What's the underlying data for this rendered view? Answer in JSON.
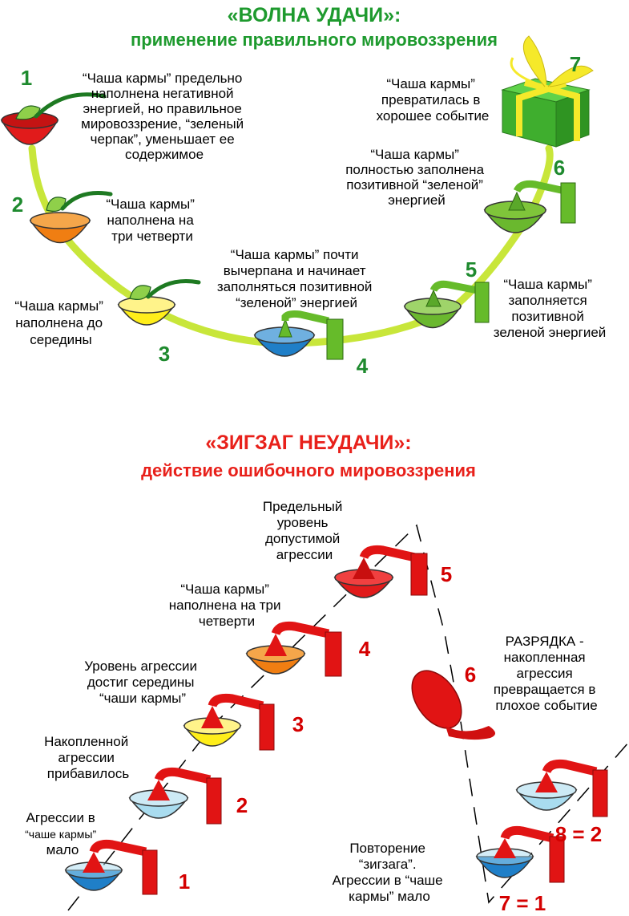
{
  "top": {
    "title": "«ВОЛНА УДАЧИ»:",
    "subtitle": "применение правильного мировоззрения",
    "steps": [
      {
        "num": "1",
        "lines": [
          "“Чаша кармы” предельно",
          "наполнена негативной",
          "энергией, но правильное",
          "мировоззрение, “зеленый",
          "черпак”, уменьшает ее",
          "содержимое"
        ]
      },
      {
        "num": "2",
        "lines": [
          "“Чаша кармы”",
          "наполнена на",
          "три четверти"
        ]
      },
      {
        "num": "3",
        "lines": [
          "“Чаша кармы”",
          "наполнена до",
          "середины"
        ]
      },
      {
        "num": "4",
        "lines": [
          "“Чаша кармы”  почти",
          "вычерпана и начинает",
          "заполняться позитивной",
          "“зеленой” энергией"
        ]
      },
      {
        "num": "5",
        "lines": [
          "“Чаша кармы”",
          "заполняется",
          "позитивной",
          "зеленой энергией"
        ]
      },
      {
        "num": "6",
        "lines": [
          "“Чаша кармы”",
          "полностью заполнена",
          "позитивной “зеленой”",
          "энергией"
        ]
      },
      {
        "num": "7",
        "lines": [
          "“Чаша кармы”",
          "превратилась в",
          "хорошее событие"
        ]
      }
    ]
  },
  "bottom": {
    "title": "«ЗИГЗАГ НЕУДАЧИ»:",
    "subtitle": "действие ошибочного мировоззрения",
    "steps": [
      {
        "num": "1",
        "lines": [
          "Агрессии в",
          "“чаше кармы”",
          "мало"
        ]
      },
      {
        "num": "2",
        "lines": [
          "Накопленной",
          "агрессии",
          "прибавилось"
        ]
      },
      {
        "num": "3",
        "lines": [
          "Уровень агрессии",
          "достиг середины",
          "“чаши кармы”"
        ]
      },
      {
        "num": "4",
        "lines": [
          "“Чаша кармы”",
          "наполнена на три",
          "четверти"
        ]
      },
      {
        "num": "5",
        "lines": [
          "Предельный",
          "уровень",
          "допустимой",
          "агрессии"
        ]
      },
      {
        "num": "6",
        "lines": [
          "РАЗРЯДКА -",
          "накопленная",
          "агрессия",
          "превращается в",
          "плохое событие"
        ]
      },
      {
        "num": "7 = 1",
        "lines": [
          "Повторение",
          "“зигзага”.",
          "Агрессии в “чаше",
          "кармы”  мало"
        ]
      },
      {
        "num": "8 = 2",
        "lines": []
      }
    ]
  },
  "colors": {
    "title_green": "#1e9a2e",
    "title_red": "#e8201a",
    "wave_line": "#c8e63a",
    "bowl_red": "#e11b1b",
    "bowl_orange": "#f07e12",
    "bowl_yellow": "#ffee1a",
    "bowl_blue": "#1f7fc8",
    "bowl_lightblue": "#a9dcef",
    "bowl_green": "#6ab82e",
    "ladle_green": "#1e7a22",
    "faucet_green": "#66bb2a",
    "faucet_red": "#e11414",
    "gift_green": "#44bb33",
    "gift_ribbon": "#f5e92a"
  }
}
